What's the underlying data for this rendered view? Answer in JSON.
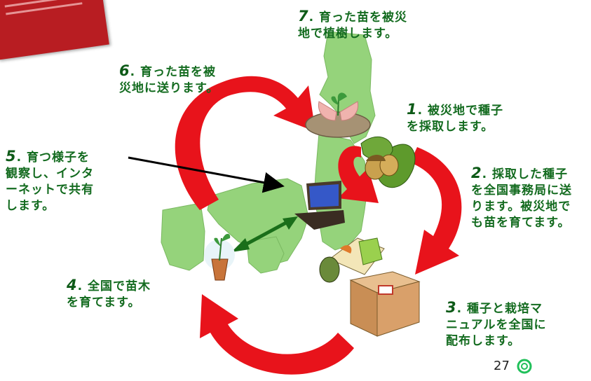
{
  "page_number": "27",
  "colors": {
    "arrow": "#e8131b",
    "map": "#95d37b",
    "text": "#136b1f"
  },
  "steps": [
    {
      "num": "1",
      "line1": ". 被災地で種子",
      "line2": "を採取します。"
    },
    {
      "num": "2",
      "line1": ". 採取した種子",
      "line2": "を全国事務局に送",
      "line3": "ります。被災地で",
      "line4": "も苗を育てます。"
    },
    {
      "num": "3",
      "line1": ". 種子と栽培マ",
      "line2": "ニュアルを全国に",
      "line3": "配布します。"
    },
    {
      "num": "4",
      "line1": ". 全国で苗木",
      "line2": "を育てます。"
    },
    {
      "num": "5",
      "line1": ". 育つ様子を",
      "line2": "観察し、インタ",
      "line3": "ーネットで共有",
      "line4": "します。"
    },
    {
      "num": "6",
      "line1": ". 育った苗を被",
      "line2": "災地に送ります。"
    },
    {
      "num": "7",
      "line1": ". 育った苗を被災",
      "line2": "地で植樹します。"
    }
  ]
}
